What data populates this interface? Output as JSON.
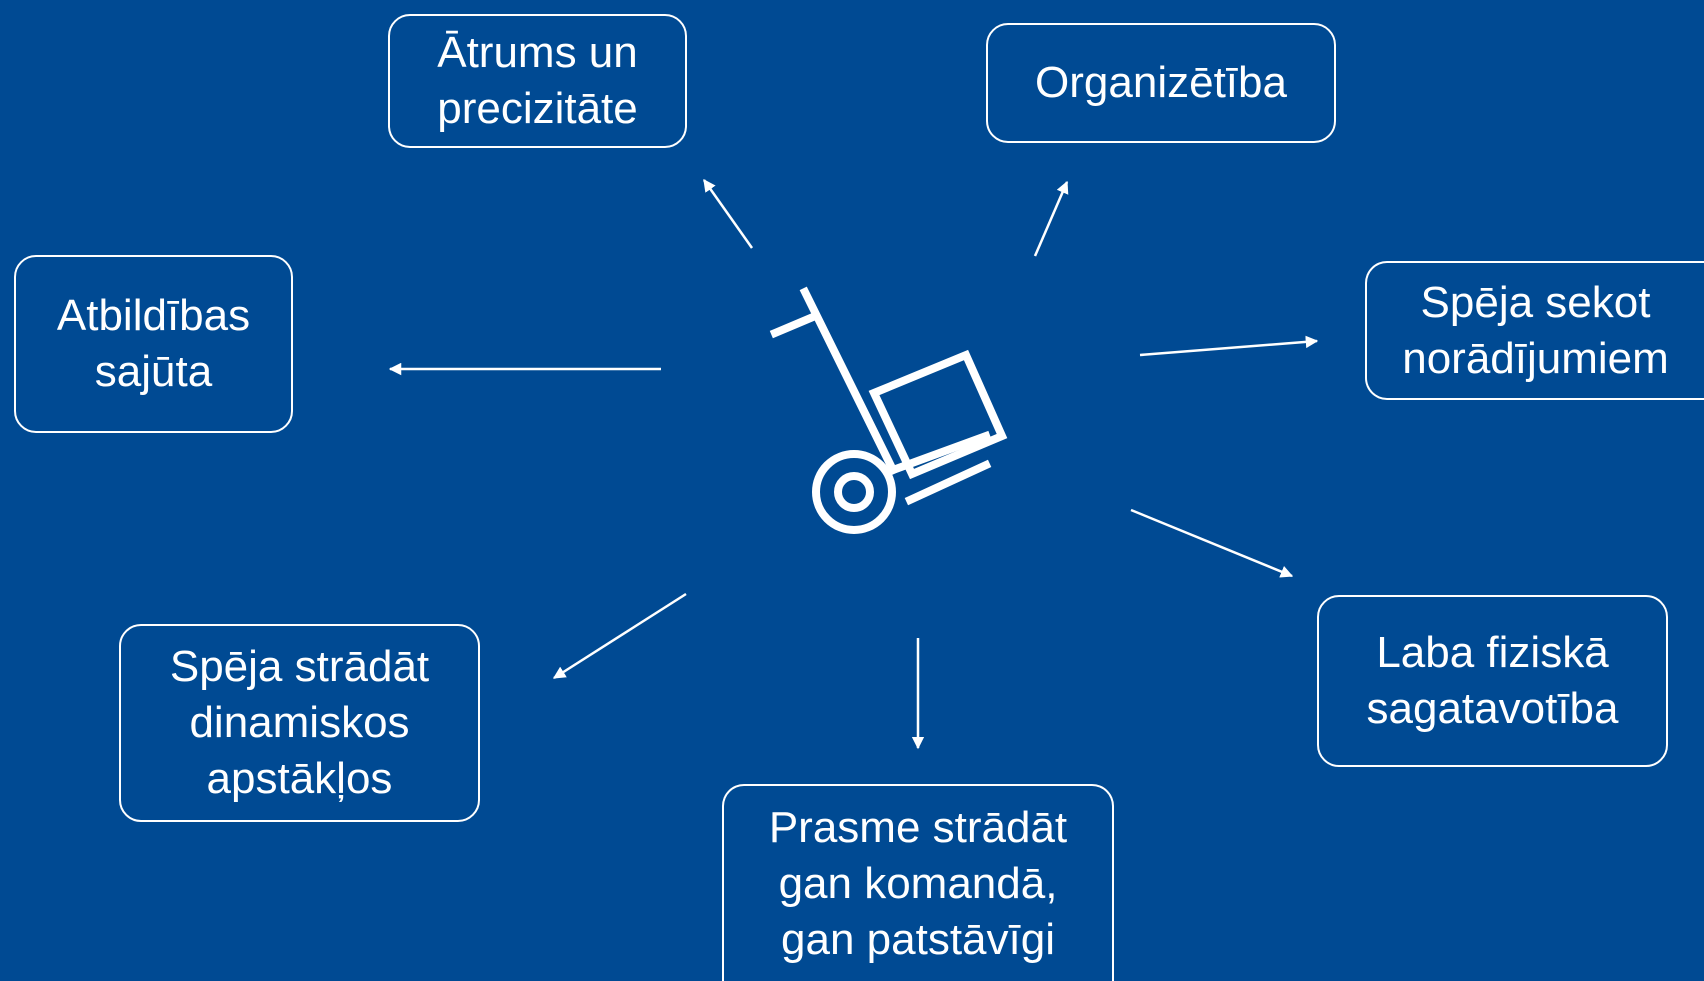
{
  "diagram": {
    "center_icon": "hand-truck-icon",
    "colors": {
      "background": "#004a93",
      "foreground": "#ffffff"
    },
    "nodes": [
      {
        "id": "atrums",
        "lines": [
          "Ātrums un",
          "precizitāte"
        ]
      },
      {
        "id": "organizetiba",
        "lines": [
          "Organizētība"
        ]
      },
      {
        "id": "atbildibas",
        "lines": [
          "Atbildības",
          "sajūta"
        ]
      },
      {
        "id": "speja-sekot",
        "lines": [
          "Spēja sekot",
          "norādījumiem"
        ]
      },
      {
        "id": "speja-stradat",
        "lines": [
          "Spēja strādāt",
          "dinamiskos",
          "apstākļos"
        ]
      },
      {
        "id": "laba-fiziska",
        "lines": [
          "Laba fiziskā",
          "sagatavotība"
        ]
      },
      {
        "id": "prasme",
        "lines": [
          "Prasme strādāt",
          "gan komandā,",
          "gan patstāvīgi"
        ]
      }
    ]
  }
}
